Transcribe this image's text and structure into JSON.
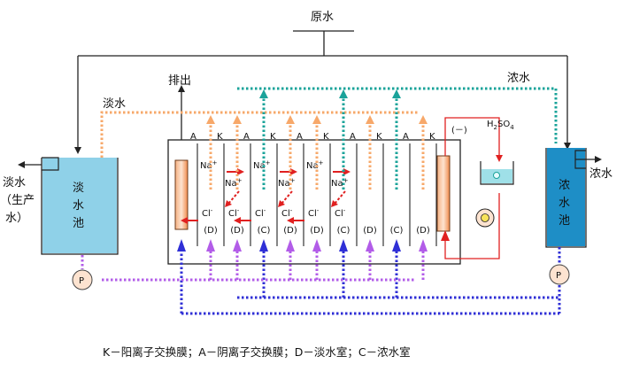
{
  "labels": {
    "raw_water": "原水",
    "discharge": "排出",
    "dilute_water_line": "淡水",
    "conc_water_line": "浓水",
    "product_water": [
      "淡水",
      "（生产",
      "水）"
    ],
    "dilute_tank": [
      "淡",
      "水",
      "池"
    ],
    "conc_tank": [
      "浓",
      "水",
      "池"
    ],
    "conc_out": "浓水",
    "acid_main": "H",
    "acid_sub": "2",
    "acid_tail": "SO",
    "acid_sub2": "4",
    "neg_electrode": "(－)",
    "pump": "P"
  },
  "membranes": [
    "A",
    "K",
    "A",
    "K",
    "A",
    "K",
    "A",
    "K",
    "A",
    "K"
  ],
  "chambers": [
    "(D)",
    "(D)",
    "(C)",
    "(D)",
    "(D)",
    "(C)",
    "(D)",
    "(C)",
    "(D)"
  ],
  "ions": {
    "sodium": "Na",
    "sodium_sup": "+",
    "chloride": "Cl",
    "chloride_sup": "-"
  },
  "legend": "K－阳离子交换膜；A－阴离子交换膜；D－淡水室；C－浓水室",
  "colors": {
    "pipe": "#222222",
    "dilute_flow": "#f7a86a",
    "conc_flow": "#1aa39a",
    "feed_flow": "#2f2fd6",
    "recycle_flow": "#b25ce8",
    "dilute_tank": "#8fd1e8",
    "conc_tank": "#1e8ec6",
    "ion_arrow": "#e02020",
    "electrode": "#f08a4a"
  }
}
